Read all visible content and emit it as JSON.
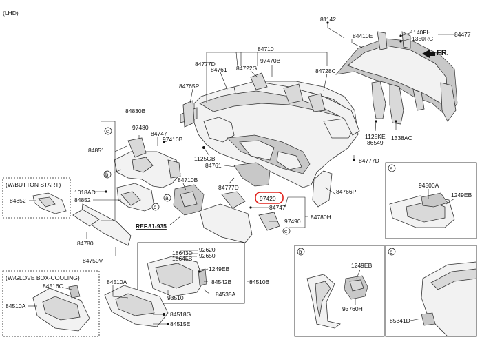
{
  "header": {
    "variant": "(LHD)"
  },
  "orientation": {
    "label": "FR."
  },
  "reference": {
    "text": "REF.81-935"
  },
  "highlighted_part": "97420",
  "labels": {
    "p81142": "81142",
    "p84410E": "84410E",
    "p1140FH": "1140FH",
    "p84477": "84477",
    "p1350RC": "1350RC",
    "p84710": "84710",
    "p84777D_top": "84777D",
    "p84761_top": "84761",
    "p84722G": "84722G",
    "p97470B": "97470B",
    "p84728C": "84728C",
    "p84765P": "84765P",
    "p84830B": "84830B",
    "p97480": "97480",
    "p84747_a": "84747",
    "p97410B": "97410B",
    "p84851": "84851",
    "p1125GB": "1125GB",
    "p84761_mid": "84761",
    "p1125KE": "1125KE",
    "p86549": "86549",
    "p1338AC": "1338AC",
    "p84777D_right": "84777D",
    "p84710B": "84710B",
    "p84777D_mid": "84777D",
    "p84766P": "84766P",
    "p1018AD": "1018AD",
    "p84852_main": "84852",
    "p84747_b": "84747",
    "p97490": "97490",
    "p84780H": "84780H",
    "p84780": "84780",
    "p84750V": "84750V",
    "p92620": "92620",
    "p18643D": "18643D",
    "p92650": "92650",
    "p18645B": "18645B",
    "p1249EB_main": "1249EB",
    "p84542B": "84542B",
    "p84510B": "84510B",
    "p84535A": "84535A",
    "p93510": "93510",
    "p84510A_main": "84510A",
    "p84518G": "84518G",
    "p84515E": "84515E"
  },
  "inset_button_start": {
    "title": "(W/BUTTON START)",
    "part": "84852"
  },
  "inset_glove_box_cooling": {
    "title": "(W/GLOVE BOX-COOLING)",
    "part_a": "84516C",
    "part_b": "84510A"
  },
  "detail_a": {
    "letter": "a",
    "parts": [
      "94500A",
      "1249EB"
    ]
  },
  "detail_b": {
    "letter": "b",
    "parts": [
      "1249EB",
      "93760H"
    ]
  },
  "detail_c": {
    "letter": "c",
    "parts": [
      "85341D"
    ]
  },
  "callout_letters": {
    "a": "a",
    "b": "b",
    "c": "c"
  }
}
